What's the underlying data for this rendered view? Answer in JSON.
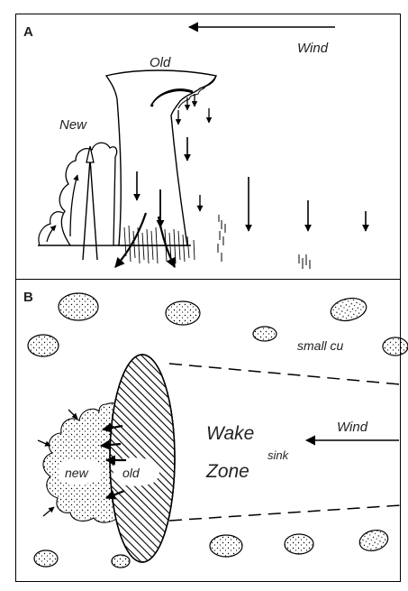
{
  "panel_a": {
    "letter": "A",
    "labels": {
      "wind": "Wind",
      "old": "Old",
      "new": "New"
    }
  },
  "panel_b": {
    "letter": "B",
    "labels": {
      "small_cu": "small cu",
      "wind": "Wind",
      "wake": "Wake",
      "zone": "Zone",
      "sink": "sink",
      "new": "new",
      "old": "old"
    }
  }
}
